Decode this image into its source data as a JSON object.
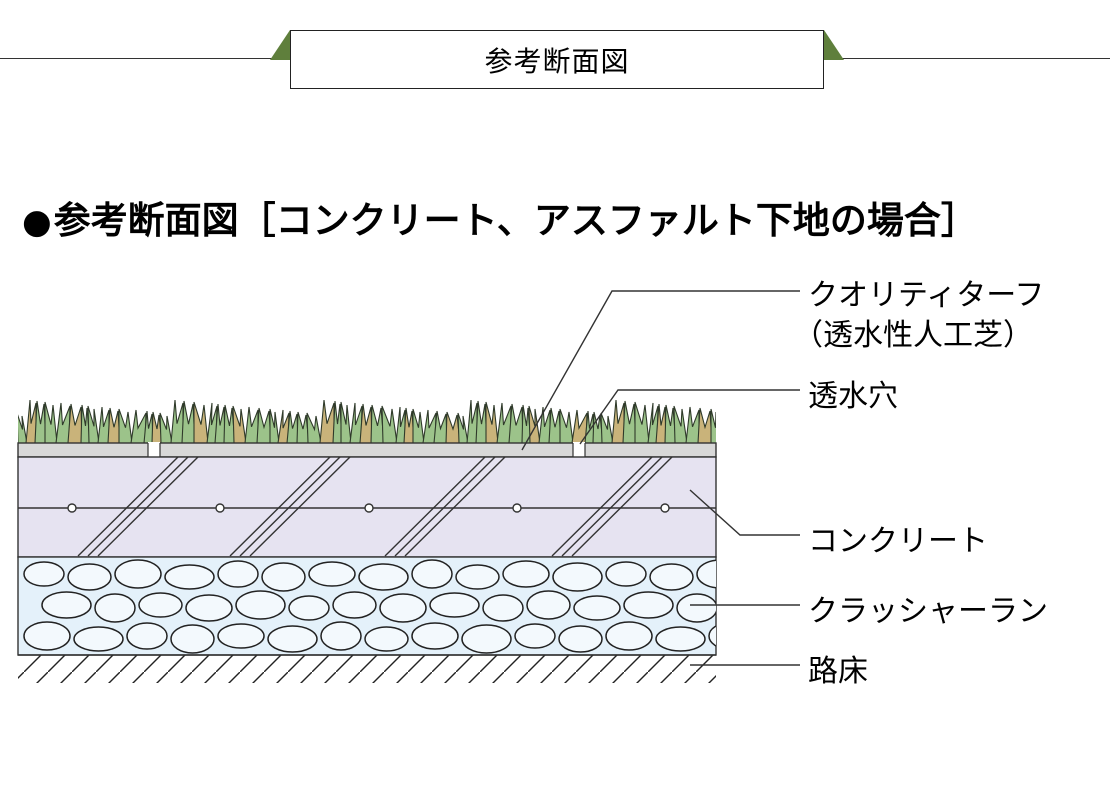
{
  "header": {
    "banner_title": "参考断面図"
  },
  "section": {
    "bullet": "●",
    "title": "参考断面図［コンクリート、アスファルト下地の場合］"
  },
  "labels": {
    "turf_line1": "クオリティターフ",
    "turf_line2": "（透水性人工芝）",
    "drain_hole": "透水穴",
    "concrete": "コンクリート",
    "crusher_run": "クラッシャーラン",
    "subgrade": "路床"
  },
  "colors": {
    "turf_green": "#9cc38a",
    "turf_tan": "#c9b37a",
    "base_sheet": "#d8d8d8",
    "concrete_fill": "#e6e3f1",
    "gravel_fill": "#e4f1fa",
    "tab_green": "#5f7f3c"
  },
  "icons": {
    "subgrade_pattern": "hatch-pattern",
    "gravel_pattern": "cobblestone-pattern",
    "mesh_marker": "circle"
  }
}
